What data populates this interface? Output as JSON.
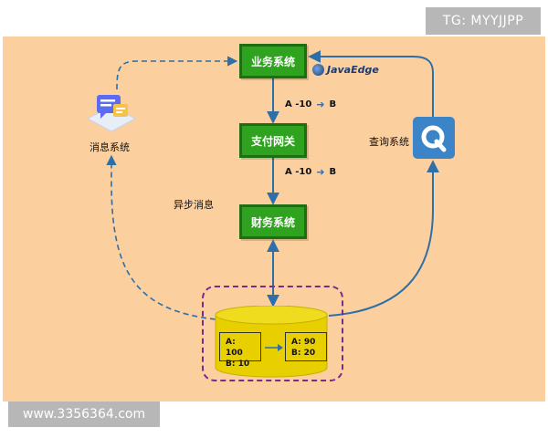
{
  "watermarks": {
    "top": "TG: MYYJJPP",
    "bottom": "www.3356364.com"
  },
  "brand": {
    "text": "JavaEdge"
  },
  "nodes": {
    "business": "业务系统",
    "payment": "支付网关",
    "finance": "财务系统"
  },
  "labels": {
    "message_system": "消息系统",
    "query_system": "查询系统",
    "async_message": "异步消息"
  },
  "flows": [
    {
      "from": "A -10",
      "to": "B"
    },
    {
      "from": "A -10",
      "to": "B"
    }
  ],
  "accounts": {
    "before": {
      "a": "A:  100",
      "b": "B:  10"
    },
    "after": {
      "a": "A:  90",
      "b": "B:  20"
    }
  },
  "icons": {
    "query": "q-icon",
    "message": "chat-bubble-icon",
    "database": "cylinder-icon"
  },
  "colors": {
    "background": "#fccf9e",
    "node_fill": "#2fa21f",
    "node_border": "#1e6e12",
    "edge": "#2e6fa8",
    "database": "#e7cf00",
    "group_border": "#7a2a8a"
  }
}
